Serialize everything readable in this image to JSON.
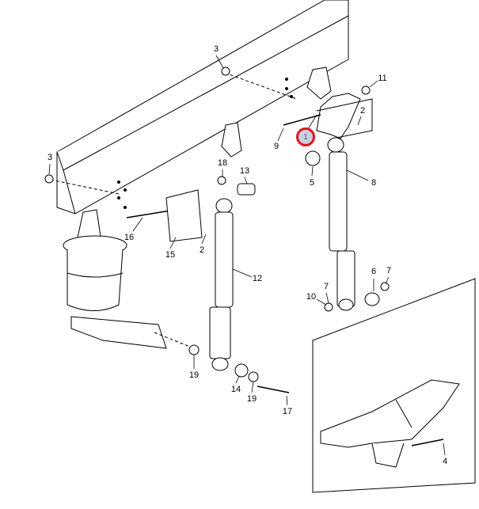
{
  "diagram": {
    "highlighted_callout": "1",
    "highlight_color": "#e0141e",
    "callouts": [
      "3",
      "3",
      "11",
      "2",
      "9",
      "1",
      "18",
      "13",
      "8",
      "5",
      "16",
      "15",
      "2",
      "12",
      "6",
      "7",
      "7",
      "10",
      "19",
      "14",
      "19",
      "17",
      "4"
    ]
  }
}
